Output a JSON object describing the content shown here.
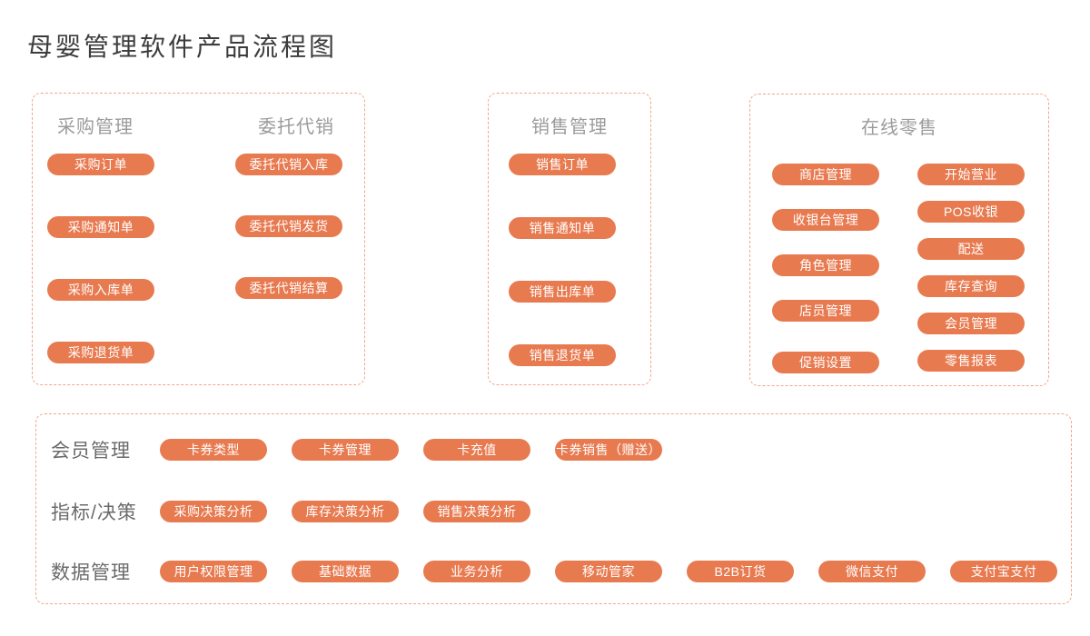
{
  "title": "母婴管理软件产品流程图",
  "colors": {
    "pill_background": "#E87A50",
    "pill_text": "#FFFFFF",
    "panel_border": "#F0A788",
    "title_text": "#3C3C3C",
    "section_header_text": "#9B9B9B",
    "row_label_text": "#6B6B6B"
  },
  "panels": [
    {
      "columns": [
        {
          "header": "采购管理",
          "pills": [
            "采购订单",
            "采购通知单",
            "采购入库单",
            "采购退货单"
          ]
        },
        {
          "header": "委托代销",
          "pills": [
            "委托代销入库",
            "委托代销发货",
            "委托代销结算"
          ]
        }
      ]
    },
    {
      "columns": [
        {
          "header": "销售管理",
          "pills": [
            "销售订单",
            "销售通知单",
            "销售出库单",
            "销售退货单"
          ]
        }
      ]
    },
    {
      "header": "在线零售",
      "columns": [
        {
          "pills": [
            "商店管理",
            "收银台管理",
            "角色管理",
            "店员管理",
            "促销设置"
          ]
        },
        {
          "pills": [
            "开始营业",
            "POS收银",
            "配送",
            "库存查询",
            "会员管理",
            "零售报表"
          ]
        }
      ]
    }
  ],
  "bottom_rows": [
    {
      "label": "会员管理",
      "pills": [
        "卡券类型",
        "卡券管理",
        "卡充值",
        "卡券销售（赠送）"
      ]
    },
    {
      "label": "指标/决策",
      "pills": [
        "采购决策分析",
        "库存决策分析",
        "销售决策分析"
      ]
    },
    {
      "label": "数据管理",
      "pills": [
        "用户权限管理",
        "基础数据",
        "业务分析",
        "移动管家",
        "B2B订货",
        "微信支付",
        "支付宝支付"
      ]
    }
  ]
}
